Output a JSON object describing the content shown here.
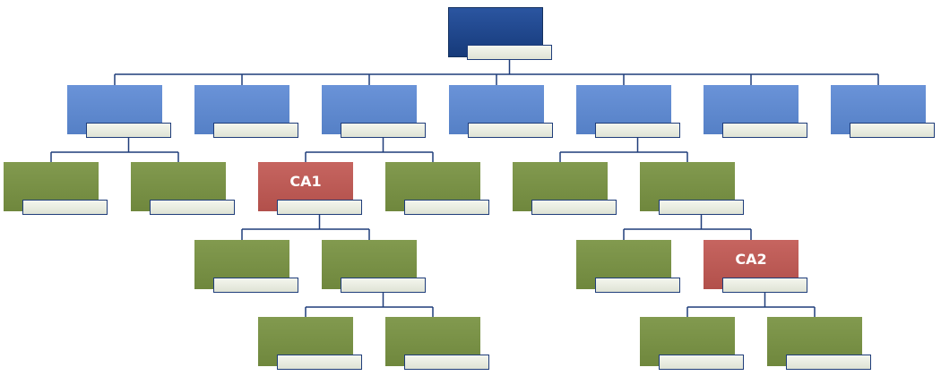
{
  "colors": {
    "root": "#1e4a8f",
    "level1": "#5f8ad2",
    "branch": "#7a9248",
    "highlight": "#bc5a55",
    "connector": "#1f3d7a"
  },
  "nodes": [
    {
      "id": "root",
      "kind": "root",
      "label": "",
      "parent": null
    },
    {
      "id": "l1-1",
      "kind": "level1",
      "label": "",
      "parent": "root"
    },
    {
      "id": "l1-2",
      "kind": "level1",
      "label": "",
      "parent": "root"
    },
    {
      "id": "l1-3",
      "kind": "level1",
      "label": "",
      "parent": "root"
    },
    {
      "id": "l1-4",
      "kind": "level1",
      "label": "",
      "parent": "root"
    },
    {
      "id": "l1-5",
      "kind": "level1",
      "label": "",
      "parent": "root"
    },
    {
      "id": "l1-6",
      "kind": "level1",
      "label": "",
      "parent": "root"
    },
    {
      "id": "l1-7",
      "kind": "level1",
      "label": "",
      "parent": "root"
    },
    {
      "id": "l2-1",
      "kind": "green",
      "label": "",
      "parent": "l1-1"
    },
    {
      "id": "l2-2",
      "kind": "green",
      "label": "",
      "parent": "l1-1"
    },
    {
      "id": "l2-3",
      "kind": "red",
      "label": "CA1",
      "parent": "l1-3"
    },
    {
      "id": "l2-4",
      "kind": "green",
      "label": "",
      "parent": "l1-3"
    },
    {
      "id": "l2-5",
      "kind": "green",
      "label": "",
      "parent": "l1-5"
    },
    {
      "id": "l2-6",
      "kind": "green",
      "label": "",
      "parent": "l1-5"
    },
    {
      "id": "l3-1",
      "kind": "green",
      "label": "",
      "parent": "l2-3"
    },
    {
      "id": "l3-2",
      "kind": "green",
      "label": "",
      "parent": "l2-3"
    },
    {
      "id": "l3-3",
      "kind": "green",
      "label": "",
      "parent": "l2-6"
    },
    {
      "id": "l3-4",
      "kind": "red",
      "label": "CA2",
      "parent": "l2-6"
    },
    {
      "id": "l4-1",
      "kind": "green",
      "label": "",
      "parent": "l3-2"
    },
    {
      "id": "l4-2",
      "kind": "green",
      "label": "",
      "parent": "l3-2"
    },
    {
      "id": "l4-3",
      "kind": "green",
      "label": "",
      "parent": "l3-4"
    },
    {
      "id": "l4-4",
      "kind": "green",
      "label": "",
      "parent": "l3-4"
    }
  ]
}
